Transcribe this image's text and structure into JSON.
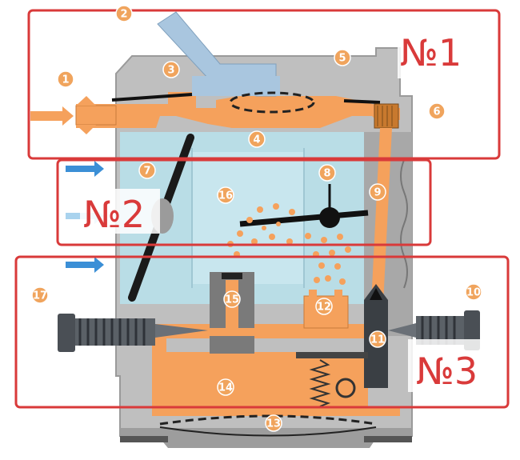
{
  "zones": [
    {
      "label": "№1"
    },
    {
      "label": "№2"
    },
    {
      "label": "№3"
    }
  ],
  "callouts": [
    "1",
    "2",
    "3",
    "4",
    "5",
    "6",
    "7",
    "8",
    "9",
    "10",
    "11",
    "12",
    "13",
    "14",
    "15",
    "16",
    "17"
  ],
  "colors": {
    "body": "#bfbfbf",
    "body_dark": "#8d8d8d",
    "fuel": "#f5a15c",
    "fuel_dark": "#e9833b",
    "air": "#b9dde6",
    "pipe": "#a9c6df",
    "zone_border": "#d93a3a",
    "badge": "#f0a45d",
    "arrow_blue": "#3b8fd6",
    "outline": "#333333"
  }
}
